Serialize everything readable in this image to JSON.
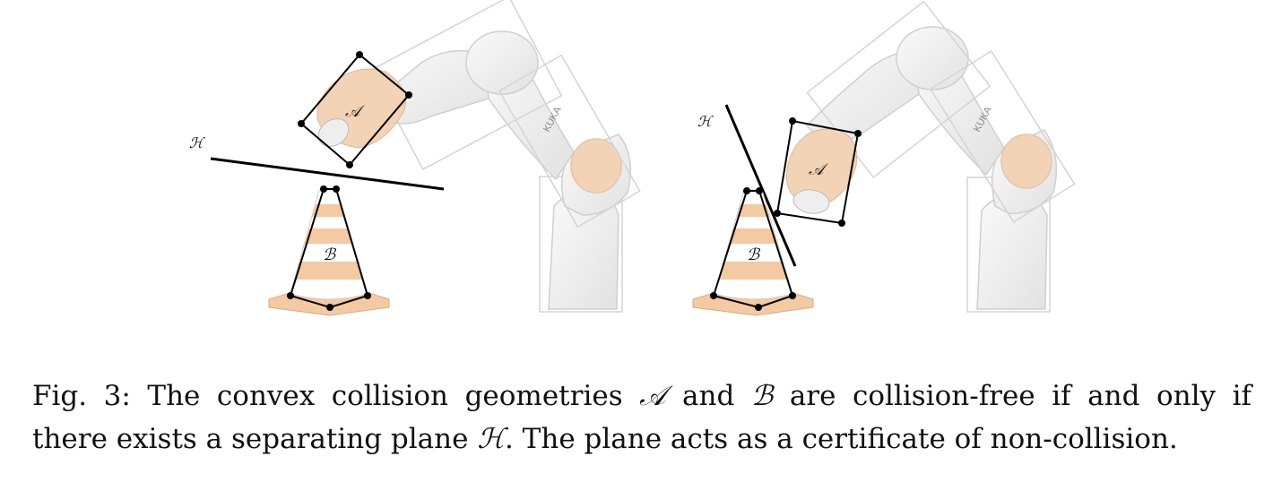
{
  "figure": {
    "left_panel": {
      "label_A": "𝒜",
      "label_B": "ℬ",
      "label_H": "ℋ"
    },
    "right_panel": {
      "label_A": "𝒜",
      "label_B": "ℬ",
      "label_H": "ℋ"
    },
    "robot_brand": "KUKA",
    "colors": {
      "robot": "#ededed",
      "robot_outline": "#c8c8c8",
      "cone_orange": "#f3caa2",
      "hull": "#000000",
      "bbox": "#cfcfcf"
    }
  },
  "caption": {
    "line1": {
      "prefix": "Fig. 3: The convex collision geometries ",
      "sym_A": "𝒜",
      "mid": " and ",
      "sym_B": "ℬ",
      "suffix": " are collision-free if and only if"
    },
    "line2": {
      "prefix": "there exists a separating plane ",
      "sym_H": "ℋ",
      "suffix": ". The plane acts as a certificate of non-collision."
    }
  }
}
